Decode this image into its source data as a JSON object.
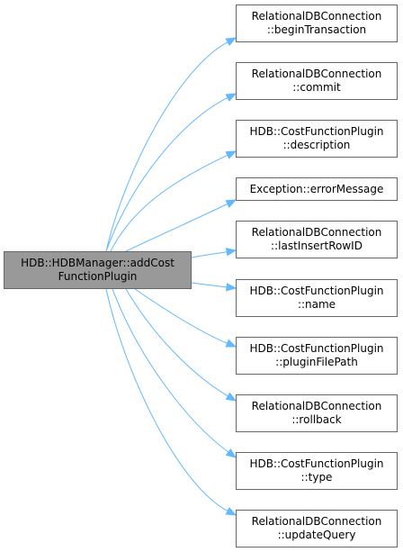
{
  "source": {
    "line1": "HDB::HDBManager::addCost",
    "line2": "FunctionPlugin",
    "fill": "#999999"
  },
  "callees": [
    {
      "line1": "RelationalDBConnection",
      "line2": "::beginTransaction"
    },
    {
      "line1": "RelationalDBConnection",
      "line2": "::commit"
    },
    {
      "line1": "HDB::CostFunctionPlugin",
      "line2": "::description"
    },
    {
      "line1": "Exception::errorMessage",
      "line2": ""
    },
    {
      "line1": "RelationalDBConnection",
      "line2": "::lastInsertRowID"
    },
    {
      "line1": "HDB::CostFunctionPlugin",
      "line2": "::name"
    },
    {
      "line1": "HDB::CostFunctionPlugin",
      "line2": "::pluginFilePath"
    },
    {
      "line1": "RelationalDBConnection",
      "line2": "::rollback"
    },
    {
      "line1": "HDB::CostFunctionPlugin",
      "line2": "::type"
    },
    {
      "line1": "RelationalDBConnection",
      "line2": "::updateQuery"
    }
  ],
  "colors": {
    "edge": "#63b8ff",
    "border": "#666666"
  }
}
